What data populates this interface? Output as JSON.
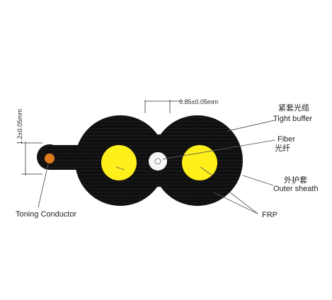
{
  "dimensions": {
    "fiber_gap": "0.85±0.05mm",
    "messenger_height": "1.2±0.05mm"
  },
  "labels": {
    "tight_buffer_cn": "紧套光缆",
    "tight_buffer_en": "Tight buffer",
    "fiber_en": "Fiber",
    "fiber_cn": "光纤",
    "outer_sheath_cn": "外护套",
    "outer_sheath_en": "Outer sheath",
    "frp": "FRP",
    "toning_conductor": "Toning Conductor"
  },
  "colors": {
    "sheath": "#0c0c0c",
    "buffer_yellow": "#ffef1a",
    "fiber_white": "#ffffff",
    "conductor_orange": "#e07b1c",
    "leader_line": "#5a5a5a"
  }
}
